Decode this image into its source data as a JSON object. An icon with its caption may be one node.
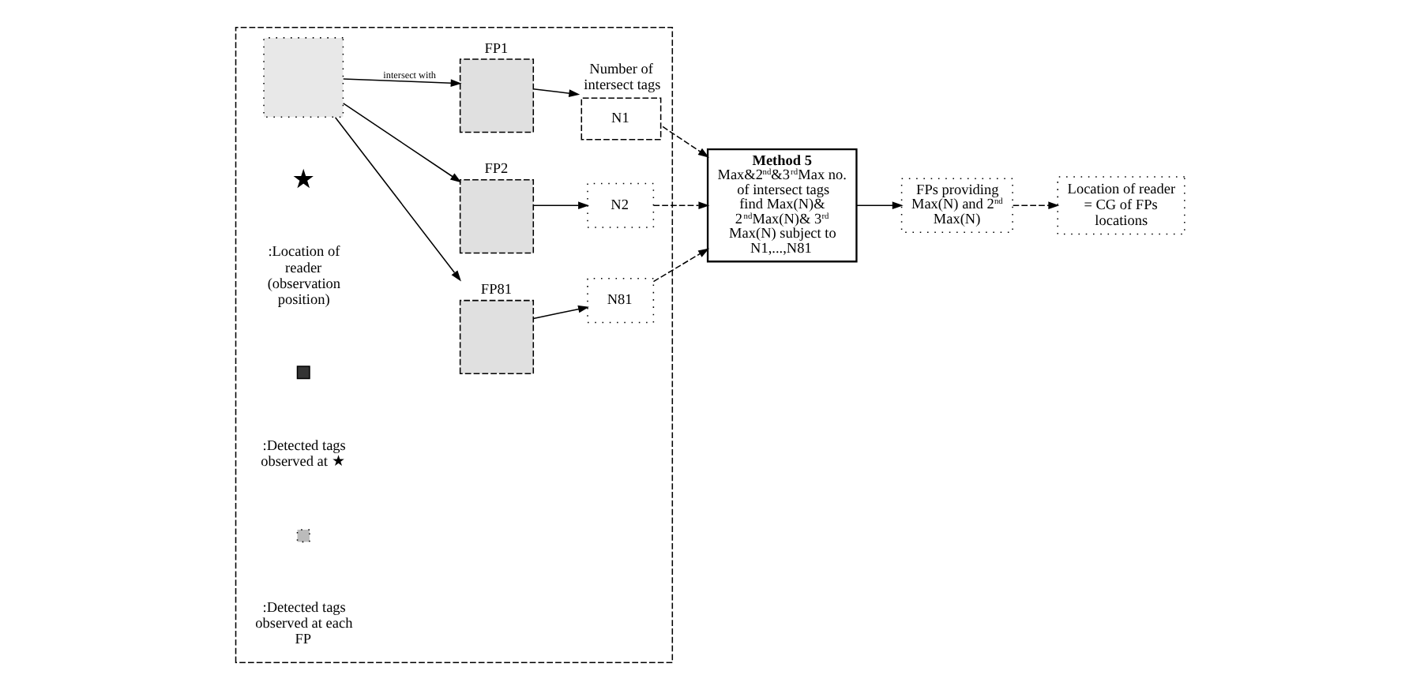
{
  "diagram": {
    "nodes": [
      {
        "text": [],
        "shape": "box"
      },
      {
        "text": [],
        "shape": "box",
        "in": 0
      },
      {
        "text": [
          "FP1"
        ],
        "in": 0
      },
      {
        "text": [
          "N1"
        ],
        "in": 0,
        "beside": [
          "Number of intersect tags"
        ]
      },
      {
        "text": [
          "FP2"
        ],
        "in": 0
      },
      {
        "text": [
          "N2"
        ],
        "in": 0
      },
      {
        "text": [
          "FP81"
        ],
        "in": 0
      },
      {
        "text": [
          "N81"
        ],
        "in": 0
      },
      {
        "text": [
          "Method 5",
          "Max&2$^{nd}$&3$^{rd}$Max no. of intersect tags find Max(N)& 2$^{nd}$Max(N)& 3$^{rd}$ Max(N) subject to N1,...,N81"
        ]
      },
      {
        "text": [
          "FPs providing Max(N) and 2$^{nd}$ Max(N)"
        ]
      },
      {
        "text": [
          "Location of reader = CG of FPs locations"
        ]
      }
    ],
    "edges": [
      {
        "from": 1,
        "to": 2,
        "arrow": "to",
        "label": "intersect with"
      },
      {
        "from": 1,
        "to": 4,
        "arrow": "to"
      },
      {
        "from": 1,
        "to": 6,
        "arrow": "to"
      },
      {
        "from": 2,
        "to": 3,
        "arrow": "to"
      },
      {
        "from": 4,
        "to": 5,
        "arrow": "to"
      },
      {
        "from": 6,
        "to": 7,
        "arrow": "to"
      },
      {
        "from": 3,
        "to": 8,
        "arrow": "to",
        "style": "dashed"
      },
      {
        "from": 5,
        "to": 8,
        "arrow": "to",
        "style": "dashed"
      },
      {
        "from": 7,
        "to": 8,
        "arrow": "to",
        "style": "dashed"
      },
      {
        "from": 8,
        "to": 9,
        "arrow": "to"
      },
      {
        "from": 9,
        "to": 10,
        "arrow": "to",
        "style": "dashed"
      }
    ],
    "legend": [
      {
        "text": ":Location of reader (observation position)"
      },
      {
        "text": ":Detected tags observed at ★"
      },
      {
        "text": ":Detected tags observed at each FP"
      }
    ]
  }
}
